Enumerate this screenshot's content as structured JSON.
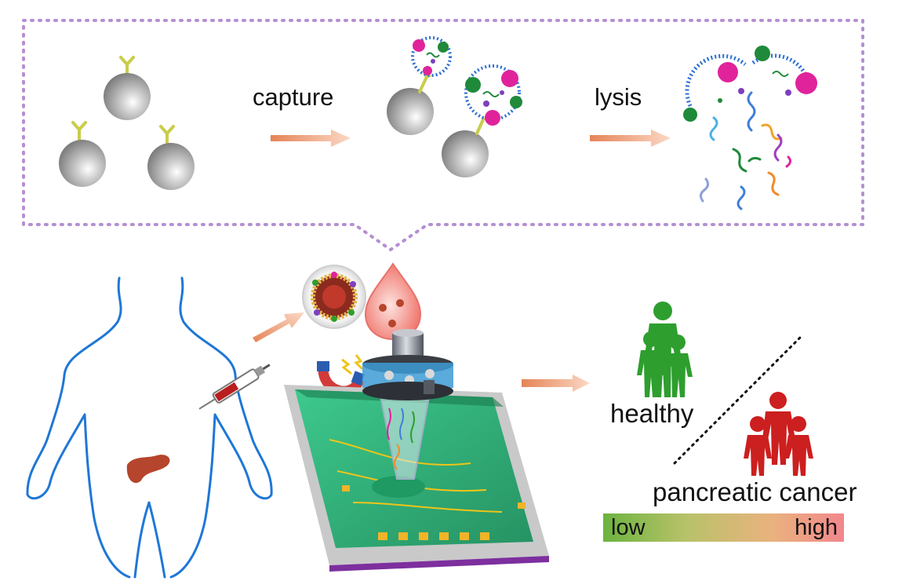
{
  "labels": {
    "capture": "capture",
    "lysis": "lysis",
    "healthy": "healthy",
    "pancreatic_cancer": "pancreatic cancer",
    "scale_low": "low",
    "scale_high": "high"
  },
  "icons": {
    "bead": "magnetic-bead-icon",
    "antibody": "antibody-icon",
    "exosome": "exosome-icon",
    "rna": "rna-strand-icon",
    "blood": "blood-drop-icon",
    "magnet": "magnet-icon",
    "syringe": "syringe-icon",
    "pancreas": "pancreas-icon",
    "chip": "microfluidic-chip-icon",
    "people": "people-group-icon"
  },
  "colors": {
    "panel_border": "#b58fd3",
    "arrow": "#e8926a",
    "body_outline": "#1f77d6",
    "pancreas": "#b5452c",
    "healthy_group": "#2e9e2e",
    "cancer_group": "#cc1f1f",
    "chip_green": "#2bb075",
    "scale_low": "#6cb33f",
    "scale_high": "#f2878c"
  }
}
